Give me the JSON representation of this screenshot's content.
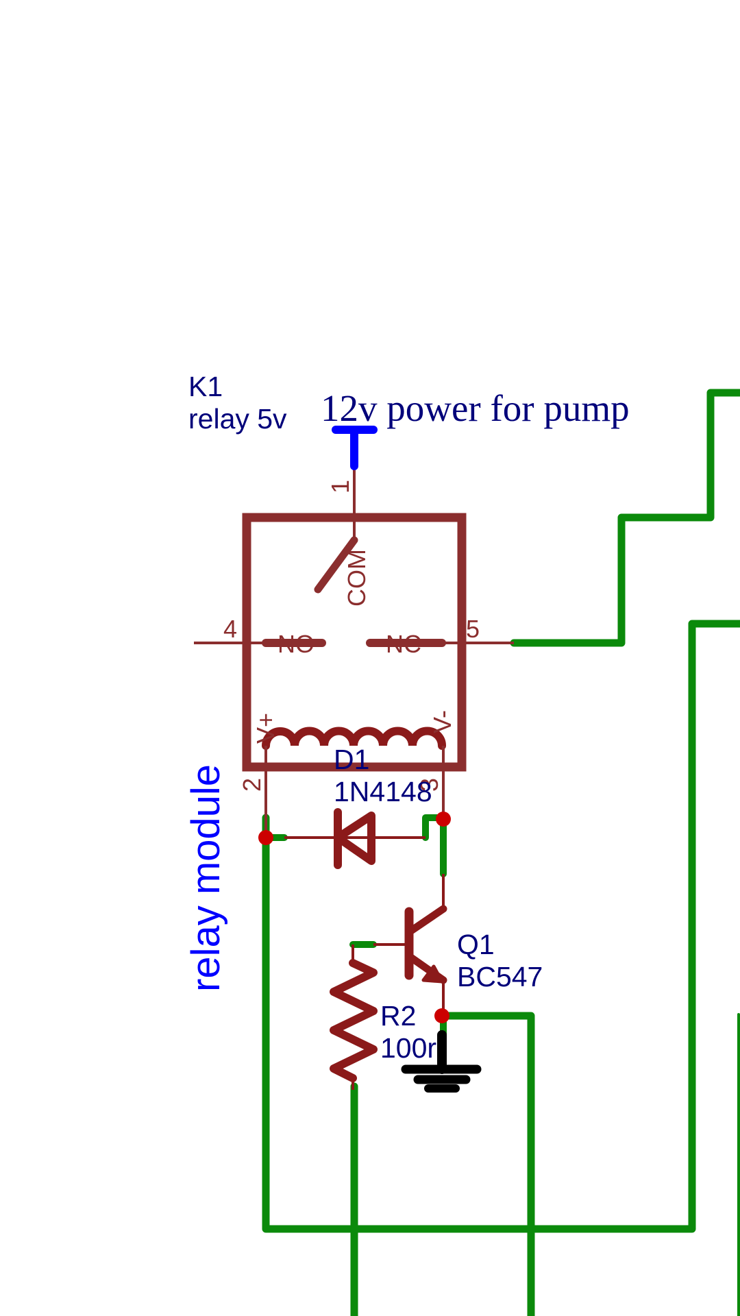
{
  "relay": {
    "ref": "K1",
    "value": "relay 5v",
    "pins": {
      "com": "1",
      "v_plus": "2",
      "v_minus": "3",
      "no": "4",
      "nc": "5"
    },
    "pin_names": {
      "com": "COM",
      "no": "NO",
      "nc": "NC",
      "v_plus": "V+",
      "v_minus": "V-"
    }
  },
  "power_label": "12v power for pump",
  "group_label": "relay module",
  "diode": {
    "ref": "D1",
    "value": "1N4148"
  },
  "transistor": {
    "ref": "Q1",
    "value": "BC547"
  },
  "resistor": {
    "ref": "R2",
    "value": "100r"
  },
  "colors": {
    "wire": "#0b8a0b",
    "component": "#8b1a1a",
    "pin": "#8b2e2e",
    "ref_text": "#00007a",
    "power": "#0000ff",
    "junction": "#cc0000",
    "ground": "#000000"
  }
}
